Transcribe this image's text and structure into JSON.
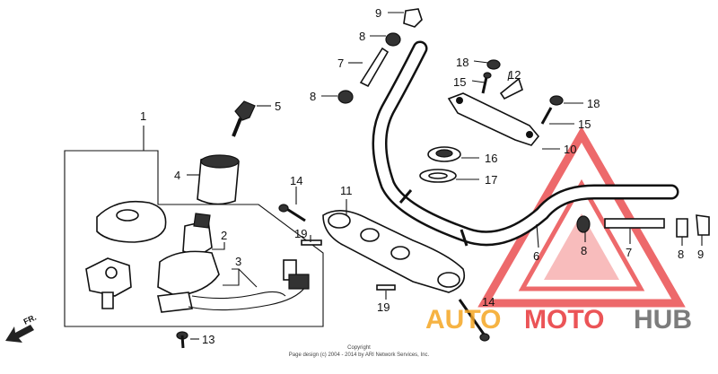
{
  "direction_label": "FR.",
  "callouts": [
    "1",
    "2",
    "3",
    "4",
    "5",
    "6",
    "7",
    "8",
    "9",
    "10",
    "11",
    "12",
    "13",
    "14",
    "15",
    "16",
    "17",
    "18",
    "19"
  ],
  "copyright": {
    "line1": "Copyright",
    "line2": "Page design (c) 2004 - 2014 by ARI Network Services, Inc."
  },
  "watermark": {
    "word1": "AUTO",
    "word2": "MOTO",
    "word3": "HUB",
    "colors": {
      "red": "#e8373a",
      "orange": "#f5a623",
      "gray": "#666666"
    }
  }
}
